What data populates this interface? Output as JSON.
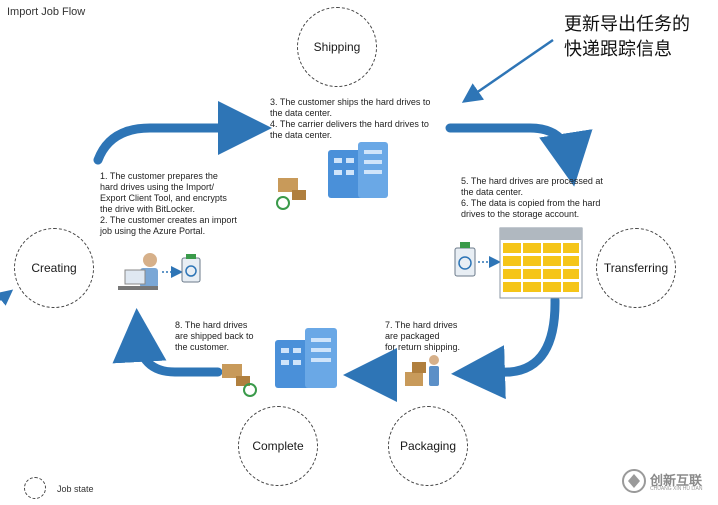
{
  "title": "Import Job Flow",
  "annotation": "更新导出任务的\n快递跟踪信息",
  "states": {
    "shipping": "Shipping",
    "creating": "Creating",
    "transferring": "Transferring",
    "packaging": "Packaging",
    "complete": "Complete"
  },
  "steps": {
    "s1_2": "1. The customer prepares the\nhard drives using the Import/\nExport Client Tool, and encrypts\nthe drive with BitLocker.\n2. The customer creates an import\njob using the Azure Portal.",
    "s3_4": "3. The customer ships the hard drives to\nthe data center.\n4. The carrier delivers the hard drives to\nthe data center.",
    "s5_6": "5. The hard drives are processed at\nthe data center.\n6. The data is copied from the hard\ndrives to the storage account.",
    "s7": "7. The hard drives\nare packaged\nfor return shipping.",
    "s8": "8. The hard drives\nare shipped back to\nthe customer."
  },
  "legend": {
    "label": "Job state"
  },
  "watermark": {
    "text": "创新互联",
    "sub": "CHUANG XIN HU LIAN"
  },
  "colors": {
    "arrow": "#2e75b6",
    "grid_yellow": "#f5c518",
    "grid_header": "#b0b8c0",
    "building": "#4a90d9"
  }
}
